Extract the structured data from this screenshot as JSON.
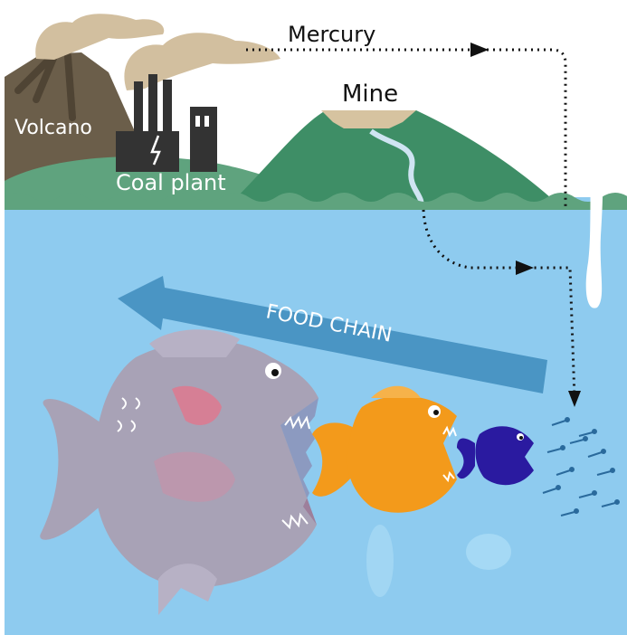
{
  "labels": {
    "mercury": "Mercury",
    "mine": "Mine",
    "volcano": "Volcano",
    "coal_plant": "Coal plant",
    "food_chain": "FOOD CHAIN"
  },
  "colors": {
    "water": "#8ecbef",
    "hill_green": "#3e8e66",
    "volcano": "#6b5e4a",
    "smoke": "#d2bf9f",
    "factory": "#333333",
    "food_chain_arrow": "#4a95c4",
    "big_fish": "#a8a2b6",
    "orange_fish": "#f39a1b",
    "small_fish": "#2a1aa0",
    "mercury_path": "#111111"
  }
}
